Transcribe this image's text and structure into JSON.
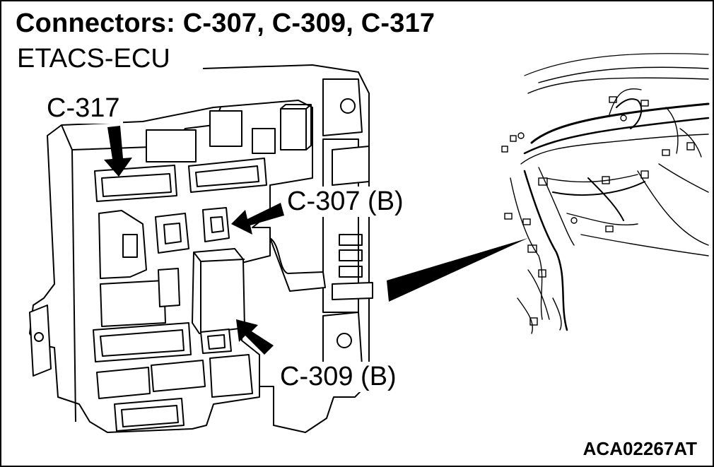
{
  "title": "Connectors: C-307, C-309, C-317",
  "component": "ETACS-ECU",
  "callouts": {
    "c317": "C-317",
    "c307": "C-307 (B)",
    "c309": "C-309 (B)"
  },
  "figure_code": "ACA02267AT"
}
